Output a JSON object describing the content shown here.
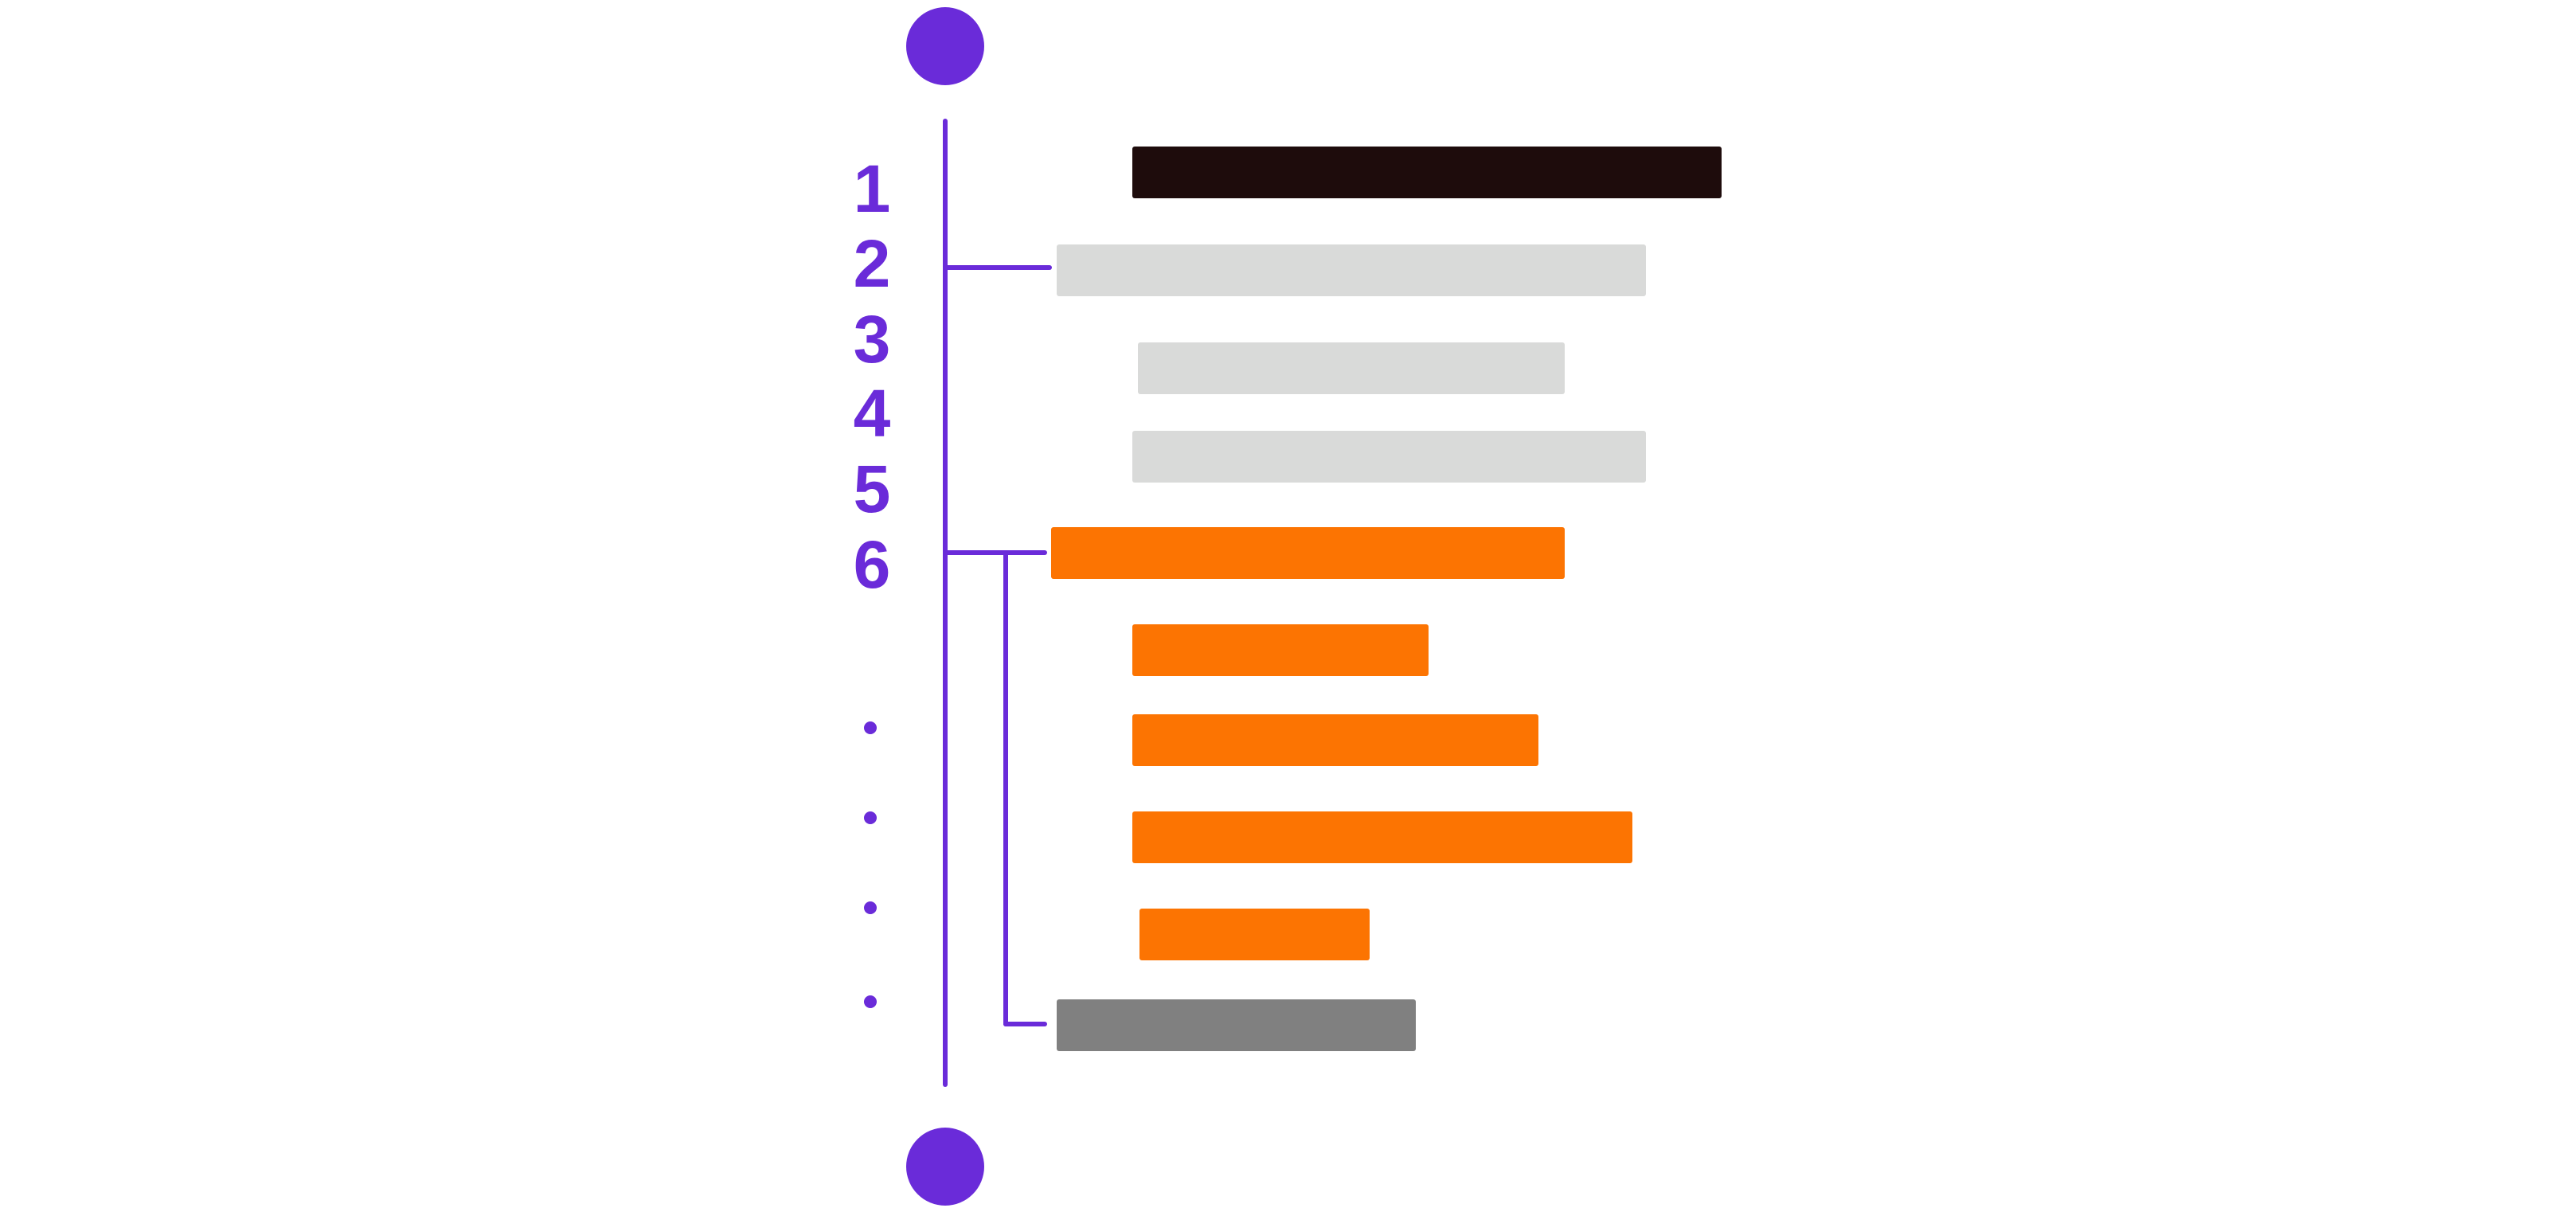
{
  "line_numbers": [
    "1",
    "2",
    "3",
    "4",
    "5",
    "6"
  ],
  "continuation_dot_count": 4,
  "colors": {
    "accent_purple": "#6a2bd9",
    "bar_black": "#1e0c0c",
    "bar_light_gray": "#d9dad9",
    "bar_orange": "#fc7402",
    "bar_dark_gray": "#808080",
    "background": "#ffffff"
  },
  "rows": [
    {
      "kind": "code-line",
      "color": "bar_black"
    },
    {
      "kind": "code-line",
      "color": "bar_light_gray"
    },
    {
      "kind": "code-line",
      "color": "bar_light_gray"
    },
    {
      "kind": "code-line",
      "color": "bar_light_gray"
    },
    {
      "kind": "code-line",
      "color": "bar_orange"
    },
    {
      "kind": "code-line",
      "color": "bar_orange"
    },
    {
      "kind": "code-line",
      "color": "bar_orange"
    },
    {
      "kind": "code-line",
      "color": "bar_orange"
    },
    {
      "kind": "code-line",
      "color": "bar_orange"
    },
    {
      "kind": "code-line",
      "color": "bar_dark_gray"
    }
  ]
}
